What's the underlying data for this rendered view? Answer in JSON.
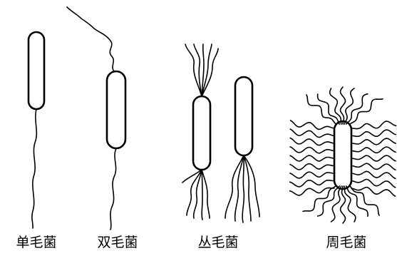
{
  "panels": [
    {
      "id": "monotrichous",
      "label": "单毛菌"
    },
    {
      "id": "amphitrichous",
      "label": "双毛菌"
    },
    {
      "id": "lophotrichous",
      "label": "丛毛菌"
    },
    {
      "id": "peritrichous",
      "label": "周毛菌"
    }
  ],
  "colors": {
    "ink": "#000000",
    "background": "#ffffff"
  }
}
